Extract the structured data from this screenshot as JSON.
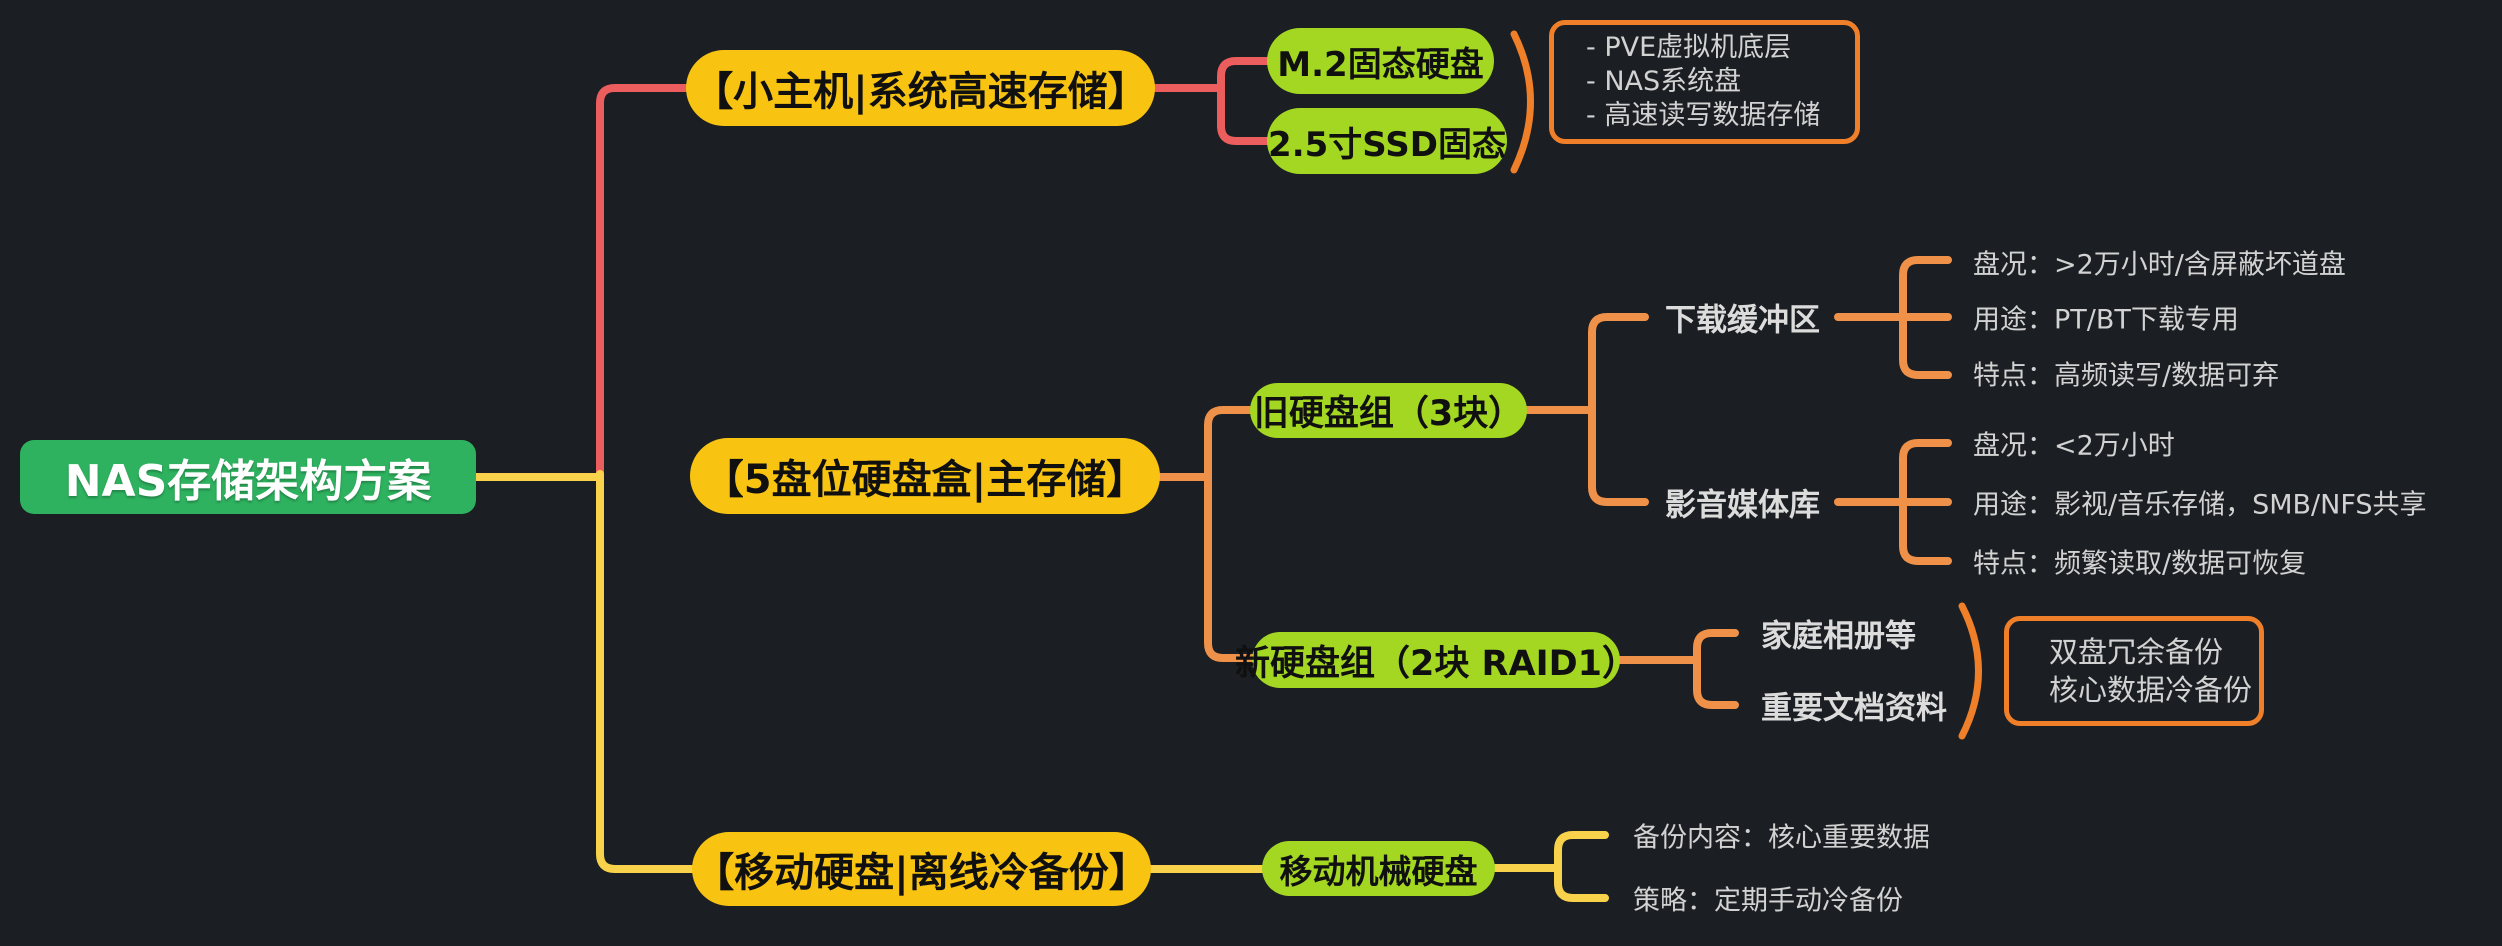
{
  "colors": {
    "bg": "#1b1e22",
    "green": "#2eb25f",
    "yellow": "#f9c411",
    "lime": "#a3d722",
    "red": "#ec5d5d",
    "orange": "#ef9149",
    "orange-border": "#ef7f28",
    "yellow-line": "#f8d24b",
    "text-light": "#d2d2d2",
    "text-bold": "#dcdcdc"
  },
  "root": {
    "label": "NAS存储架构方案"
  },
  "branches": {
    "system": {
      "label": "【小主机|系统高速存储】",
      "children": {
        "m2": "M.2固态硬盘",
        "ssd25": "2.5寸SSD固态"
      },
      "note_lines": [
        "- PVE虚拟机底层",
        "- NAS系统盘",
        "- 高速读写数据存储"
      ]
    },
    "main": {
      "label": "【5盘位硬盘盒|主存储】",
      "old_group": {
        "label": "旧硬盘组（3块）",
        "download": {
          "label": "下载缓冲区",
          "items": [
            "盘况：>2万小时/含屏蔽坏道盘",
            "用途：PT/BT下载专用",
            "特点：高频读写/数据可弃"
          ]
        },
        "media": {
          "label": "影音媒体库",
          "items": [
            "盘况：<2万小时",
            "用途：影视/音乐存储，SMB/NFS共享",
            "特点：频繁读取/数据可恢复"
          ]
        }
      },
      "new_group": {
        "label": "新硬盘组（2块 RAID1）",
        "children": [
          "家庭相册等",
          "重要文档资料"
        ],
        "note_lines": [
          "双盘冗余备份",
          "核心数据冷备份"
        ]
      }
    },
    "backup": {
      "label": "【移动硬盘|离线冷备份】",
      "child": "移动机械硬盘",
      "items": [
        "备份内容：核心重要数据",
        "策略：定期手动冷备份"
      ]
    }
  }
}
